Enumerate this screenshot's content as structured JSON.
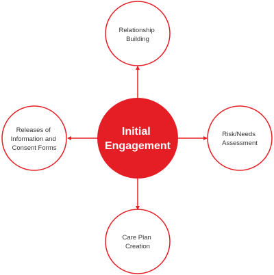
{
  "colors": {
    "accent": "#e51e25",
    "node_fill": "#ffffff",
    "center_text": "#ffffff",
    "node_text": "#333333"
  },
  "center": {
    "lines": [
      "Initial",
      "Engagement"
    ]
  },
  "nodes": {
    "top": {
      "lines": [
        "Relationship",
        "Building"
      ]
    },
    "right": {
      "lines": [
        "Risk/Needs",
        "Assessment"
      ]
    },
    "bottom": {
      "lines": [
        "Care Plan",
        "Creation"
      ]
    },
    "left": {
      "lines": [
        "Releases of",
        "Information and",
        "Consent Forms"
      ]
    }
  }
}
